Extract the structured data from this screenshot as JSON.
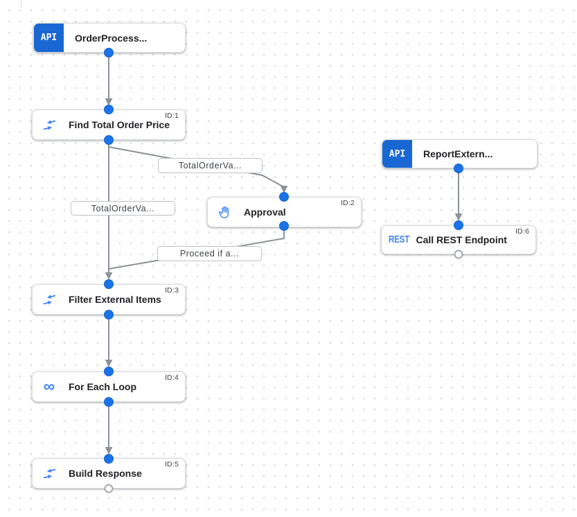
{
  "colors": {
    "grid_dot": "#d8dadd",
    "node_border": "#dadce0",
    "edge": "#8b9197",
    "port_fill": "#1a73e8",
    "port_ring": "#1765cc",
    "port_empty_border": "#9aa0a6",
    "trigger_bg": "#1967d2",
    "icon_blue": "#4285f4",
    "title_text": "#202124",
    "id_text": "#3c4043",
    "label_text": "#3c4043"
  },
  "nodes": [
    {
      "label": "OrderProcess...",
      "icon_text": "API"
    },
    {
      "label": "Find Total Order Price",
      "id": "ID:1"
    },
    {
      "label": "Approval",
      "id": "ID:2"
    },
    {
      "label": "Filter External Items",
      "id": "ID:3"
    },
    {
      "label": "For Each Loop",
      "id": "ID:4",
      "icon_glyph": "∞"
    },
    {
      "label": "Build Response",
      "id": "ID:5"
    },
    {
      "label": "ReportExtern...",
      "icon_text": "API"
    },
    {
      "label": "Call REST Endpoint",
      "id": "ID:6",
      "icon_text": "REST"
    }
  ],
  "edge_labels": [
    {
      "text": "TotalOrderVa..."
    },
    {
      "text": "TotalOrderVa..."
    },
    {
      "text": "Proceed if a..."
    }
  ]
}
